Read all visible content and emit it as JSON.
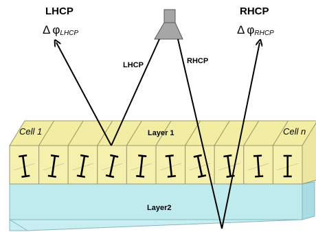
{
  "colors": {
    "layer1_top": "#f2eda2",
    "layer1_front": "#f5f0ad",
    "layer2_front": "#bfeaee",
    "layer2_side": "#a9dde3",
    "layer2_bottom": "#c9eef1",
    "source": "#a6a6a6",
    "lines": "#000000"
  },
  "beams": {
    "lhcp_title": "LHCP",
    "lhcp_delta": "Δ",
    "lhcp_phi": "φ",
    "lhcp_sub": "LHCP",
    "rhcp_title": "RHCP",
    "rhcp_delta": "Δ",
    "rhcp_phi": "φ",
    "rhcp_sub": "RHCP",
    "lhcp_ray_label": "LHCP",
    "rhcp_ray_label": "RHCP"
  },
  "structure": {
    "cell_first": "Cell 1",
    "cell_last": "Cell n",
    "layer1": "Layer 1",
    "layer2": "Layer2",
    "cell_count": 10
  },
  "icons": [
    "feed-horn-icon",
    "rotated-z-element-icon"
  ]
}
